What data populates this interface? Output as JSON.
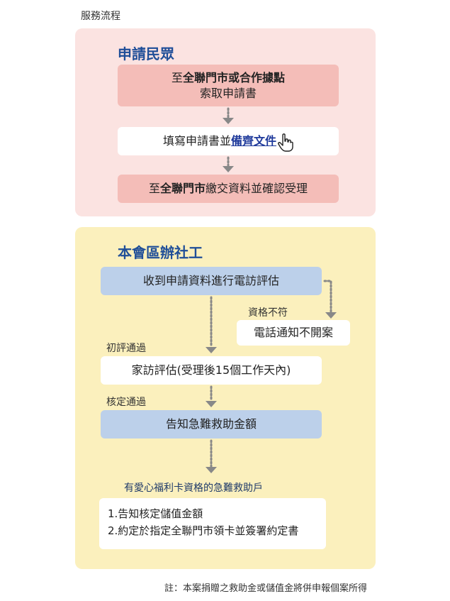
{
  "page_title": "服務流程",
  "applicant": {
    "title": "申請民眾",
    "step1": {
      "bold": "全聯門市或合作據點",
      "prefix": "至",
      "line2": "索取申請書"
    },
    "step2": {
      "text": "填寫申請書並",
      "link": "備齊文件"
    },
    "step3": {
      "prefix": "至",
      "bold": "全聯門市",
      "suffix": "繳交資料並確認受理"
    }
  },
  "social": {
    "title": "本會區辦社工",
    "receive": "收到申請資料進行電訪評估",
    "fail_label": "資格不符",
    "fail_result": "電話通知不開案",
    "pass1_label": "初評通過",
    "home_visit": "家訪評估(受理後15個工作天內)",
    "pass2_label": "核定通過",
    "notify": "告知急難救助金額",
    "households_label": "有愛心福利卡資格的急難救助戶",
    "list": [
      "1.告知核定儲值金額",
      "2.約定於指定全聯門市領卡並簽署約定書"
    ]
  },
  "footnote": "註：本案捐贈之救助金或儲值金將併申報個案所得",
  "colors": {
    "pink_section": "#fbe3e1",
    "yellow_section": "#fbf0bd",
    "title_blue": "#1f4e98",
    "arrow_gray": "#888888"
  }
}
